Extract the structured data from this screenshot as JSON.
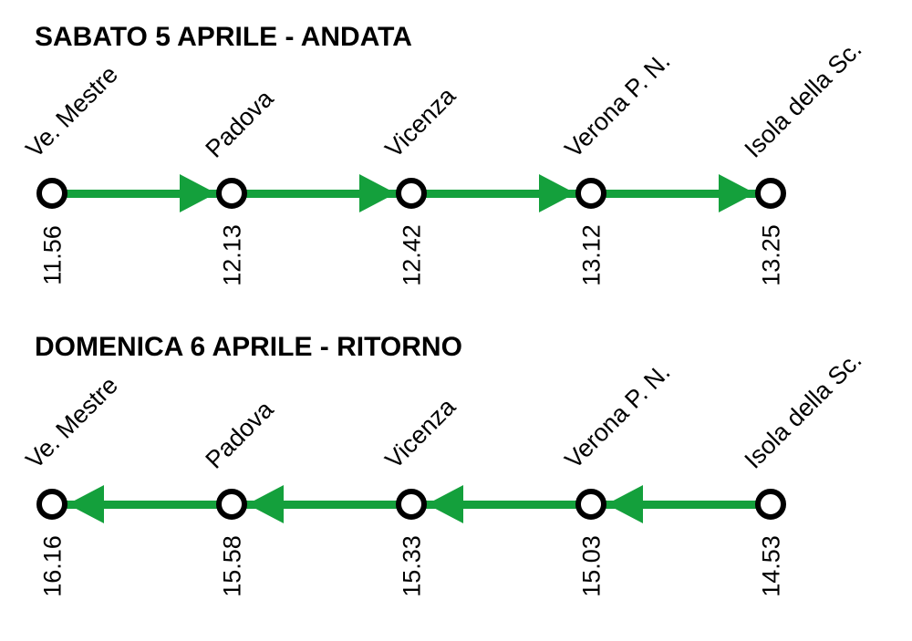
{
  "page": {
    "background_color": "#ffffff",
    "text_color": "#000000",
    "route_color": "#14A03C"
  },
  "icons": {
    "arrow_right": "right-pointing green arrowhead",
    "arrow_left": "left-pointing green arrowhead",
    "station_circle": "white circle with black ring"
  },
  "sections": [
    {
      "id": "andata",
      "title": "SABATO 5 APRILE - ANDATA",
      "direction": "right",
      "stations": [
        {
          "label": "Ve. Mestre",
          "time": "11.56"
        },
        {
          "label": "Padova",
          "time": "12.13"
        },
        {
          "label": "Vicenza",
          "time": "12.42"
        },
        {
          "label": "Verona P. N.",
          "time": "13.12"
        },
        {
          "label": "Isola della Sc.",
          "time": "13.25"
        }
      ]
    },
    {
      "id": "ritorno",
      "title": "DOMENICA 6 APRILE - RITORNO",
      "direction": "left",
      "stations": [
        {
          "label": "Ve. Mestre",
          "time": "16.16"
        },
        {
          "label": "Padova",
          "time": "15.58"
        },
        {
          "label": "Vicenza",
          "time": "15.33"
        },
        {
          "label": "Verona P. N.",
          "time": "15.03"
        },
        {
          "label": "Isola della Sc.",
          "time": "14.53"
        }
      ]
    }
  ]
}
